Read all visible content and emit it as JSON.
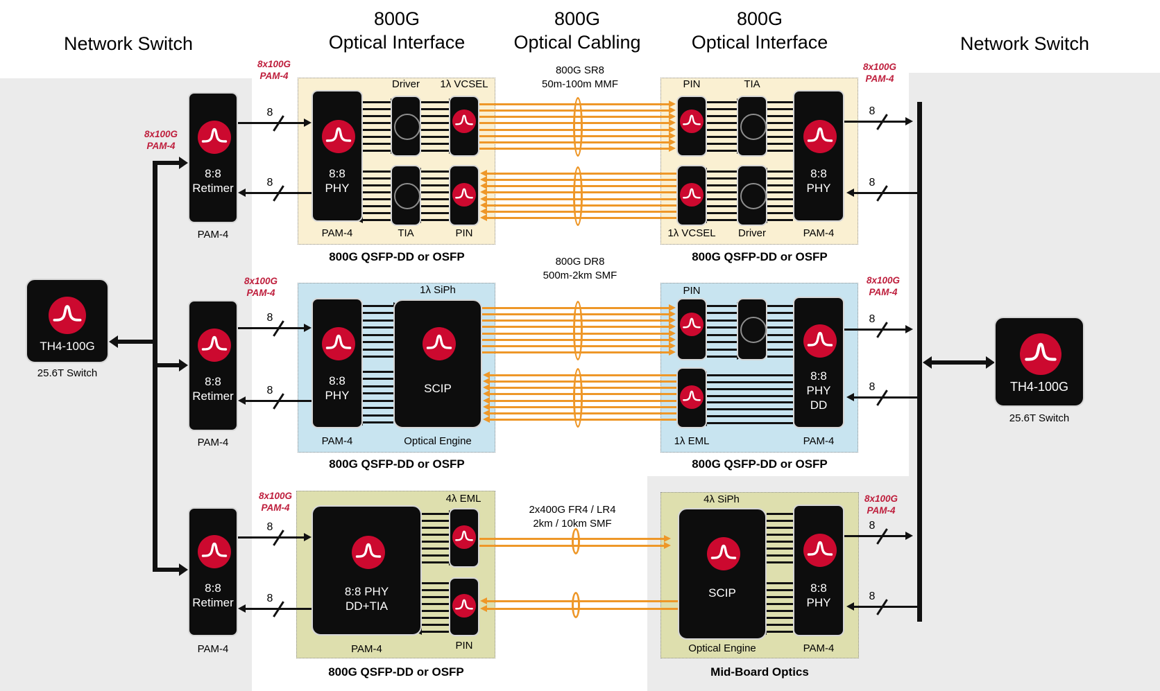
{
  "strings": {
    "network_switch": "Network Switch",
    "g800": "800G",
    "optical_interface": "Optical Interface",
    "optical_cabling": "Optical Cabling",
    "th4": "TH4-100G",
    "switch_caption": "25.6T Switch",
    "r88": "8:8",
    "retimer": "Retimer",
    "phy": "PHY",
    "dd": "DD",
    "phy_dd": "8:8 PHY",
    "dd_tia": "DD+TIA",
    "scip": "SCIP",
    "pam4": "PAM-4",
    "driver": "Driver",
    "vcsel": "1λ VCSEL",
    "tia": "TIA",
    "pin": "PIN",
    "siph1": "1λ SiPh",
    "siph4": "4λ SiPh",
    "eml1": "1λ EML",
    "eml4": "4λ EML",
    "optical_engine": "Optical Engine",
    "qsfp": "800G QSFP-DD or OSFP",
    "mbo": "Mid-Board Optics",
    "lane8": "8",
    "red1": "8x100G",
    "red2": "PAM-4",
    "c1a": "800G SR8",
    "c1b": "50m-100m MMF",
    "c2a": "800G DR8",
    "c2b": "500m-2km SMF",
    "c3a": "2x400G FR4 / LR4",
    "c3b": "2km / 10km SMF"
  },
  "colors": {
    "broadcom_red": "#CC092F",
    "fiber_orange": "#EE9728",
    "red_label": "#BE1E3C",
    "module_cream": "#FAF0D2",
    "module_blue": "#C8E4F0",
    "module_olive": "#DEDFAE",
    "panel_gray": "#EBEBEB",
    "chip_black": "#0D0D0D"
  }
}
